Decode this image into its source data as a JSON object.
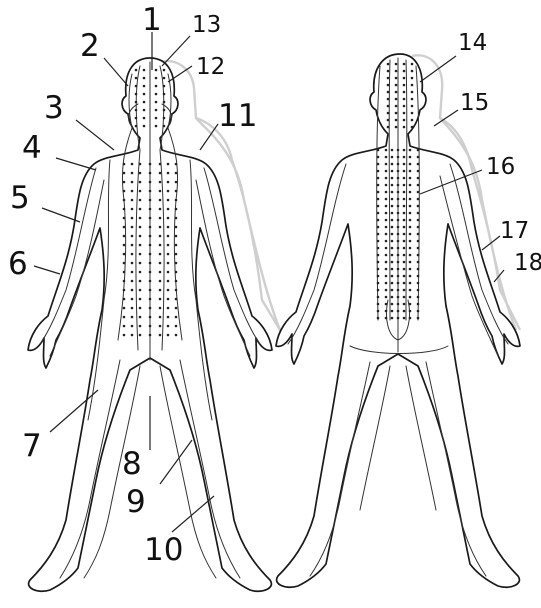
{
  "figure": {
    "front_labels": [
      "1",
      "2",
      "3",
      "4",
      "5",
      "6",
      "7",
      "8",
      "9",
      "10",
      "11",
      "12",
      "13"
    ],
    "back_labels": [
      "14",
      "15",
      "16",
      "17",
      "18"
    ],
    "colors": {
      "ink": "#1a1a1a",
      "shadow": "#cfcfcf",
      "background": "#ffffff"
    }
  }
}
